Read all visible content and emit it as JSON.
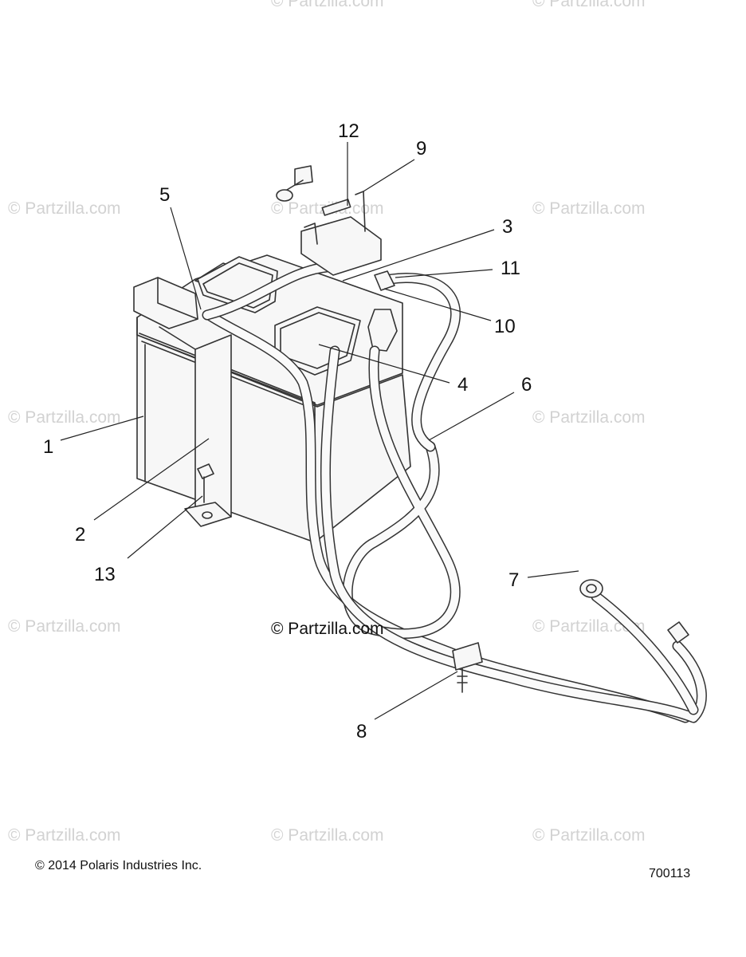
{
  "watermark": "© Partzilla.com",
  "center_watermark": "© Partzilla.com",
  "callouts": [
    "1",
    "2",
    "3",
    "4",
    "5",
    "6",
    "7",
    "8",
    "9",
    "10",
    "11",
    "12",
    "13"
  ],
  "footer": {
    "copyright": "© 2014 Polaris Industries Inc.",
    "diagram_id": "700113"
  }
}
